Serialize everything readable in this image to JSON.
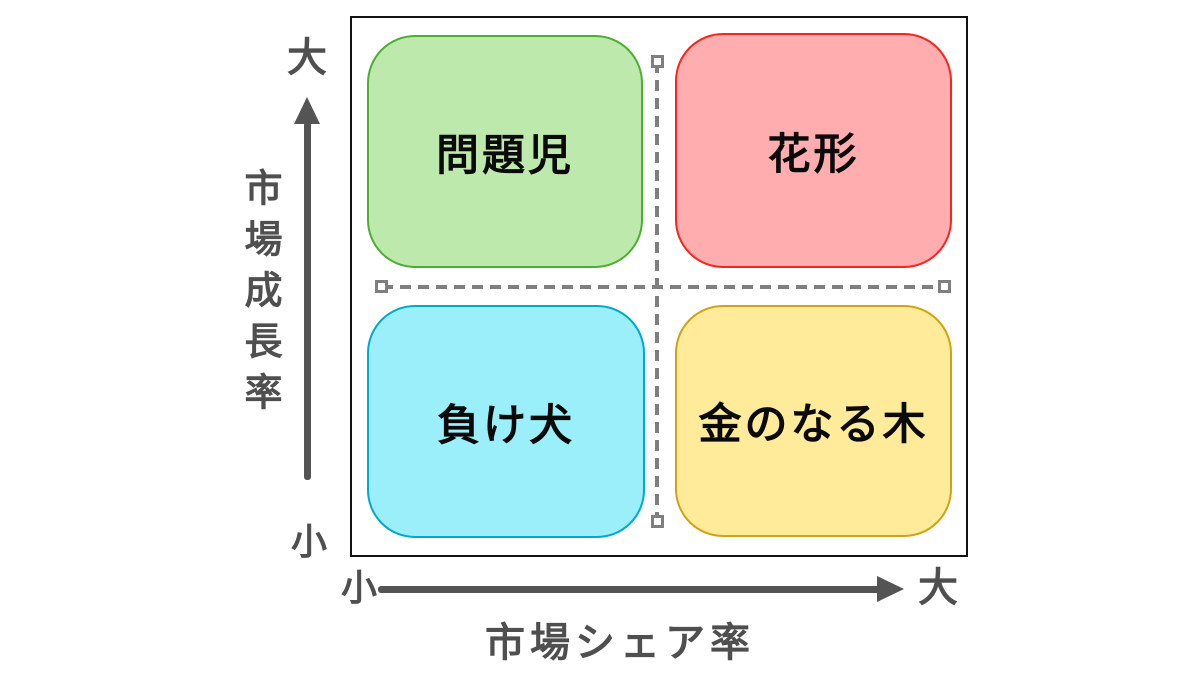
{
  "diagram": {
    "type": "bcg-growth-share-matrix",
    "quadrants": [
      {
        "id": "problem-child",
        "label": "問題児",
        "position": "top-left",
        "fill": "#BDE9AD",
        "border": "#4CAE32"
      },
      {
        "id": "star",
        "label": "花形",
        "position": "top-right",
        "fill": "#FFADAF",
        "border": "#F8251E"
      },
      {
        "id": "dog",
        "label": "負け犬",
        "position": "bottom-left",
        "fill": "#9BEFFB",
        "border": "#00A9CE"
      },
      {
        "id": "cash-cow",
        "label": "金のなる木",
        "position": "bottom-right",
        "fill": "#FFEB99",
        "border": "#CFA313"
      }
    ]
  },
  "y_axis": {
    "label": "市場成長率",
    "max_label": "大",
    "min_label": "小"
  },
  "x_axis": {
    "label": "市場シェア率",
    "max_label": "大",
    "min_label": "小"
  },
  "colors": {
    "axis_text": "#4F4F4F",
    "arrow": "#545454",
    "dashed_divider": "#7F7F7F",
    "chart_border": "#121212",
    "quadrant_label_text": "#0A0A0A"
  }
}
